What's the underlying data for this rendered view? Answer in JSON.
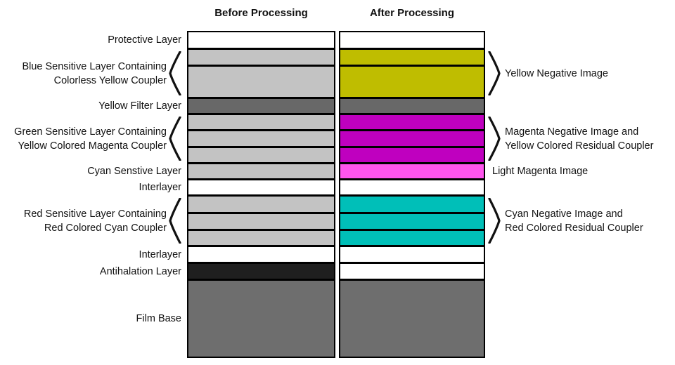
{
  "headers": {
    "before": "Before Processing",
    "after": "After Processing"
  },
  "palette": {
    "white": "#ffffff",
    "lgray": "#c3c3c3",
    "dgray": "#686868",
    "black": "#1f1f1f",
    "olive": "#bfbd00",
    "magenta": "#bf00bf",
    "pink": "#ff55ee",
    "teal": "#00bfb8",
    "base": "#6e6e6e",
    "line": "#000000",
    "text": "#111111"
  },
  "bands": [
    {
      "name": "protective-layer",
      "h": 22,
      "before": "white",
      "after": "white"
    },
    {
      "name": "blue-sensitive-upper",
      "h": 21,
      "before": "lgray",
      "after": "olive"
    },
    {
      "name": "blue-sensitive-lower",
      "h": 43,
      "before": "lgray",
      "after": "olive"
    },
    {
      "name": "yellow-filter-layer",
      "h": 20,
      "before": "dgray",
      "after": "dgray"
    },
    {
      "name": "green-sensitive-1",
      "h": 20,
      "before": "lgray",
      "after": "magenta"
    },
    {
      "name": "green-sensitive-2",
      "h": 21,
      "before": "lgray",
      "after": "magenta"
    },
    {
      "name": "green-sensitive-3",
      "h": 20,
      "before": "lgray",
      "after": "magenta"
    },
    {
      "name": "cyan-sensitive-layer",
      "h": 20,
      "before": "lgray",
      "after": "pink"
    },
    {
      "name": "interlayer-upper",
      "h": 20,
      "before": "white",
      "after": "white"
    },
    {
      "name": "red-sensitive-1",
      "h": 22,
      "before": "lgray",
      "after": "teal"
    },
    {
      "name": "red-sensitive-2",
      "h": 21,
      "before": "lgray",
      "after": "teal"
    },
    {
      "name": "red-sensitive-3",
      "h": 20,
      "before": "lgray",
      "after": "teal"
    },
    {
      "name": "interlayer-lower",
      "h": 21,
      "before": "white",
      "after": "white"
    },
    {
      "name": "antihalation-layer",
      "h": 21,
      "before": "black",
      "after": "white"
    },
    {
      "name": "film-base",
      "h": 108,
      "before": "base",
      "after": "base"
    }
  ],
  "left_labels": [
    {
      "name": "protective-layer",
      "lines": [
        "Protective Layer"
      ],
      "from": 0,
      "to": 0,
      "brace": false
    },
    {
      "name": "blue-sensitive",
      "lines": [
        "Blue Sensitive Layer Containing",
        "Colorless Yellow Coupler"
      ],
      "from": 1,
      "to": 2,
      "brace": true
    },
    {
      "name": "yellow-filter",
      "lines": [
        "Yellow Filter Layer"
      ],
      "from": 3,
      "to": 3,
      "brace": false
    },
    {
      "name": "green-sensitive",
      "lines": [
        "Green Sensitive Layer Containing",
        "Yellow Colored Magenta Coupler"
      ],
      "from": 4,
      "to": 6,
      "brace": true
    },
    {
      "name": "cyan-sensitive",
      "lines": [
        "Cyan Senstive Layer"
      ],
      "from": 7,
      "to": 7,
      "brace": false
    },
    {
      "name": "interlayer-upper",
      "lines": [
        "Interlayer"
      ],
      "from": 8,
      "to": 8,
      "brace": false
    },
    {
      "name": "red-sensitive",
      "lines": [
        "Red Sensitive Layer Containing",
        "Red Colored Cyan Coupler"
      ],
      "from": 9,
      "to": 11,
      "brace": true
    },
    {
      "name": "interlayer-lower",
      "lines": [
        "Interlayer"
      ],
      "from": 12,
      "to": 12,
      "brace": false
    },
    {
      "name": "antihalation",
      "lines": [
        "Antihalation Layer"
      ],
      "from": 13,
      "to": 13,
      "brace": false
    },
    {
      "name": "film-base",
      "lines": [
        "Film Base"
      ],
      "from": 14,
      "to": 14,
      "brace": false
    }
  ],
  "right_labels": [
    {
      "name": "yellow-negative",
      "lines": [
        "Yellow Negative Image"
      ],
      "from": 1,
      "to": 2,
      "brace": true
    },
    {
      "name": "magenta-negative",
      "lines": [
        "Magenta Negative Image and",
        "Yellow Colored Residual Coupler"
      ],
      "from": 4,
      "to": 6,
      "brace": true
    },
    {
      "name": "light-magenta",
      "lines": [
        "Light Magenta Image"
      ],
      "from": 7,
      "to": 7,
      "brace": false
    },
    {
      "name": "cyan-negative",
      "lines": [
        "Cyan Negative Image and",
        "Red Colored Residual Coupler"
      ],
      "from": 9,
      "to": 11,
      "brace": true
    }
  ]
}
